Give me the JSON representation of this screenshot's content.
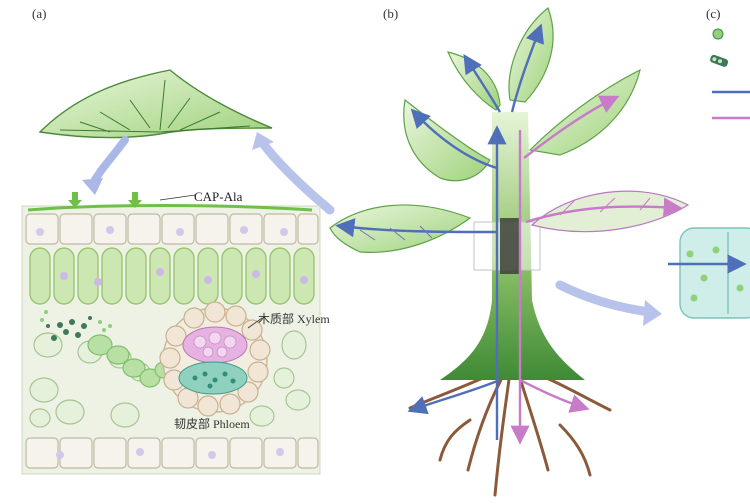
{
  "panels": {
    "a": "(a)",
    "b": "(b)",
    "c": "(c)"
  },
  "labels": {
    "cap_ala": "CAP-Ala",
    "xylem": "木质部 Xylem",
    "phloem": "韧皮部 Phloem"
  },
  "colors": {
    "xylem_arrow": "#4f6fb8",
    "phloem_arrow": "#c77bc8",
    "leaf_green": "#b9dc9a",
    "stem_green": "#6fb04e",
    "root_brown": "#8a5a3a",
    "cell_wall": "#e9e4d6",
    "nucleus": "#c9b6e3",
    "flow_arrow": "#a9b8e6"
  }
}
